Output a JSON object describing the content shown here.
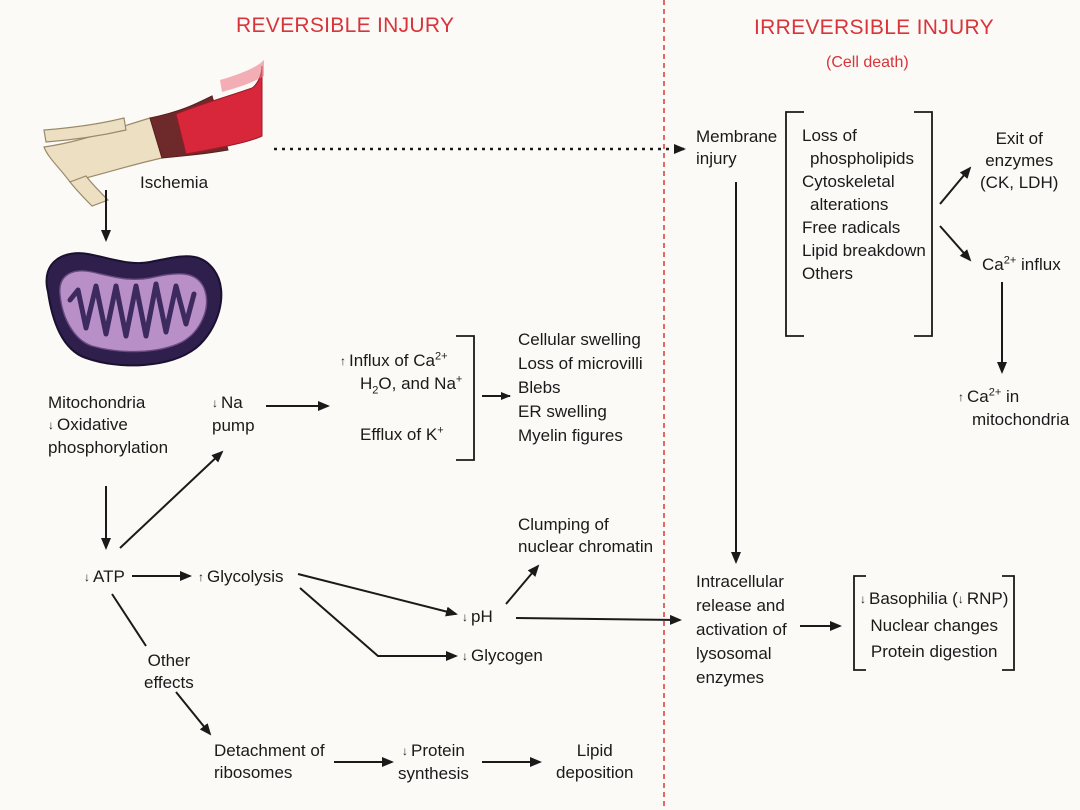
{
  "headers": {
    "reversible": "REVERSIBLE INJURY",
    "irreversible": "IRREVERSIBLE INJURY",
    "irreversible_sub": "(Cell death)"
  },
  "arrows": {
    "up": "↑",
    "down": "↓"
  },
  "colors": {
    "header_red": "#d8343a",
    "divider_red": "#e04040",
    "vessel_red": "#d8263a",
    "vessel_tan": "#ede0c2",
    "mito_outer": "#2f1f4d",
    "mito_inner": "#b98fc8"
  },
  "nodes": {
    "ischemia": "Ischemia",
    "mitochondria": "Mitochondria",
    "oxidative_1": "Oxidative",
    "oxidative_2": "phosphorylation",
    "na_1": "Na",
    "na_2": "pump",
    "influx_1": "Influx of Ca",
    "influx_sup": "2+",
    "influx_2a": "H",
    "influx_2sub": "2",
    "influx_2b": "O, and Na",
    "influx_2sup": "+",
    "efflux": "Efflux of K",
    "efflux_sup": "+",
    "swelling": [
      "Cellular swelling",
      "Loss of microvilli",
      "Blebs",
      "ER swelling",
      "Myelin figures"
    ],
    "atp": "ATP",
    "glycolysis": "Glycolysis",
    "clumping_1": "Clumping of",
    "clumping_2": "nuclear chromatin",
    "ph": "pH",
    "glycogen": "Glycogen",
    "other_1": "Other",
    "other_2": "effects",
    "detach_1": "Detachment of",
    "detach_2": "ribosomes",
    "protein_1": "Protein",
    "protein_2": "synthesis",
    "lipid_1": "Lipid",
    "lipid_2": "deposition",
    "membrane_1": "Membrane",
    "membrane_2": "injury",
    "membrane_list": [
      "Loss of",
      "phospholipids",
      "Cytoskeletal",
      "alterations",
      "Free radicals",
      "Lipid breakdown",
      "Others"
    ],
    "exit_1": "Exit of",
    "exit_2": "enzymes",
    "exit_3": "(CK, LDH)",
    "ca_influx_a": "Ca",
    "ca_influx_sup": "2+",
    "ca_influx_b": " influx",
    "ca_mito_a": "Ca",
    "ca_mito_sup": "2+",
    "ca_mito_b": " in",
    "ca_mito_2": "mitochondria",
    "intracellular": [
      "Intracellular",
      "release and",
      "activation of",
      "lysosomal",
      "enzymes"
    ],
    "basophilia_a": "Basophilia (",
    "basophilia_b": "RNP)",
    "nuclear_changes": "Nuclear changes",
    "protein_digestion": "Protein digestion"
  }
}
